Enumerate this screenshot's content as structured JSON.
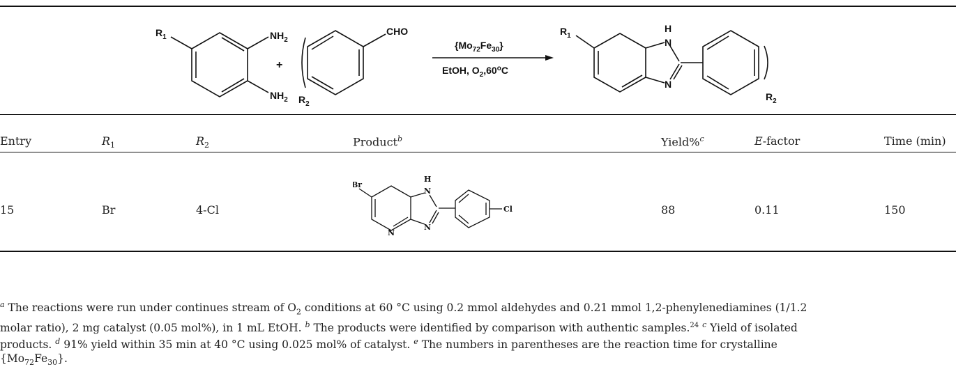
{
  "scheme": {
    "r1": "R",
    "r1_sub": "1",
    "r2": "R",
    "r2_sub": "2",
    "nh2_top": "NH",
    "nh2_top_sub": "2",
    "nh2_bot": "NH",
    "nh2_bot_sub": "2",
    "plus": "+",
    "cho": "CHO",
    "catalyst": "{Mo72Fe30}",
    "conditions": "EtOH, O2,60°C",
    "nh": "H",
    "n_top": "N",
    "n_bot": "N",
    "prod_r1": "R",
    "prod_r1_sub": "1",
    "prod_r2": "R",
    "prod_r2_sub": "2"
  },
  "table": {
    "headers": {
      "entry": "Entry",
      "r1": "R",
      "r1_sub": "1",
      "r2": "R",
      "r2_sub": "2",
      "product": "Product",
      "product_sup": "b",
      "yield": "Yield%",
      "yield_sup": "c",
      "efactor_e": "E",
      "efactor_rest": "-factor",
      "time": "Time (min)"
    },
    "rows": [
      {
        "entry": "15",
        "r1": "Br",
        "r2": "4-Cl",
        "yield": "88",
        "efactor": "0.11",
        "time": "150",
        "product_labels": {
          "br": "Br",
          "h": "H",
          "n1": "N",
          "n2": "N",
          "n3": "N",
          "cl": "Cl"
        }
      }
    ]
  },
  "footnotes": {
    "a_mark": "a",
    "a_text1": "The reactions were run under continues stream of O",
    "a_sub": "2",
    "a_text2": " conditions at 60 °C using 0.2 mmol aldehydes and 0.21 mmol 1,2-phenylenediamines (1/1.2",
    "a_text3": "molar ratio), 2 mg catalyst (0.05 mol%), in 1 mL EtOH. ",
    "b_mark": "b",
    "b_text": " The products were identified by comparison with authentic samples.",
    "b_ref": "24",
    "c_mark": "c",
    "c_text": " Yield of isolated",
    "c_text2": "products. ",
    "d_mark": "d",
    "d_text": " 91% yield within 35 min at 40 °C using 0.025 mol% of catalyst. ",
    "e_mark": "e",
    "e_text": " The numbers in parentheses are the reaction time for crystalline",
    "catalyst_line": "{Mo72Fe30}."
  }
}
